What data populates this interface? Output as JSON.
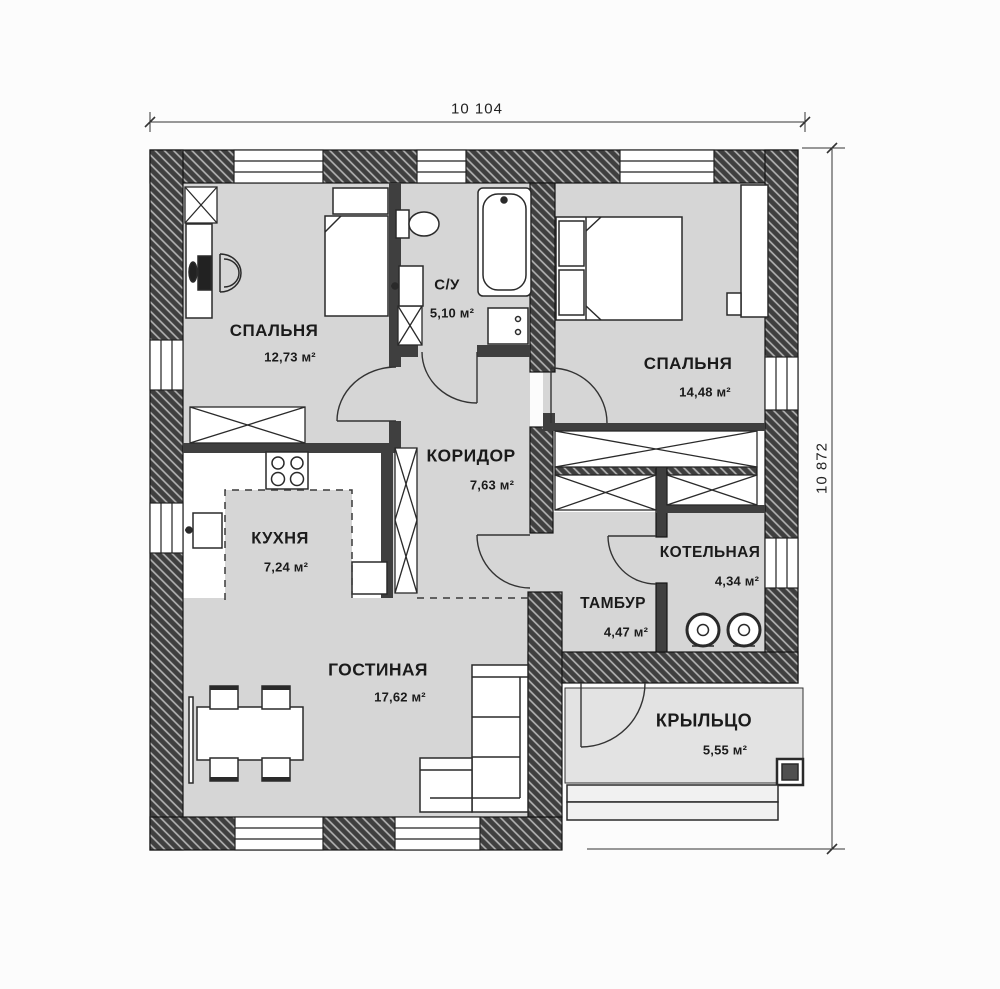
{
  "plan": {
    "dimensions": {
      "width_label": "10 104",
      "height_label": "10 872"
    },
    "rooms": [
      {
        "name": "СПАЛЬНЯ",
        "area": "12,73 м²"
      },
      {
        "name": "С/У",
        "area": "5,10 м²"
      },
      {
        "name": "СПАЛЬНЯ",
        "area": "14,48 м²"
      },
      {
        "name": "КОРИДОР",
        "area": "7,63 м²"
      },
      {
        "name": "КУХНЯ",
        "area": "7,24 м²"
      },
      {
        "name": "КОТЕЛЬНАЯ",
        "area": "4,34 м²"
      },
      {
        "name": "ТАМБУР",
        "area": "4,47 м²"
      },
      {
        "name": "ГОСТИНАЯ",
        "area": "17,62 м²"
      },
      {
        "name": "КРЫЛЬЦО",
        "area": "5,55 м²"
      }
    ],
    "icons": [
      "bed-icon",
      "desk-icon",
      "office-chair-icon",
      "wardrobe-icon",
      "toilet-icon",
      "bathtub-icon",
      "sink-icon",
      "washing-machine-icon",
      "stove-icon",
      "fridge-icon",
      "dining-table-icon",
      "chair-icon",
      "sofa-icon",
      "boiler-icon",
      "radiator-icon",
      "porch-pillar-icon"
    ]
  }
}
